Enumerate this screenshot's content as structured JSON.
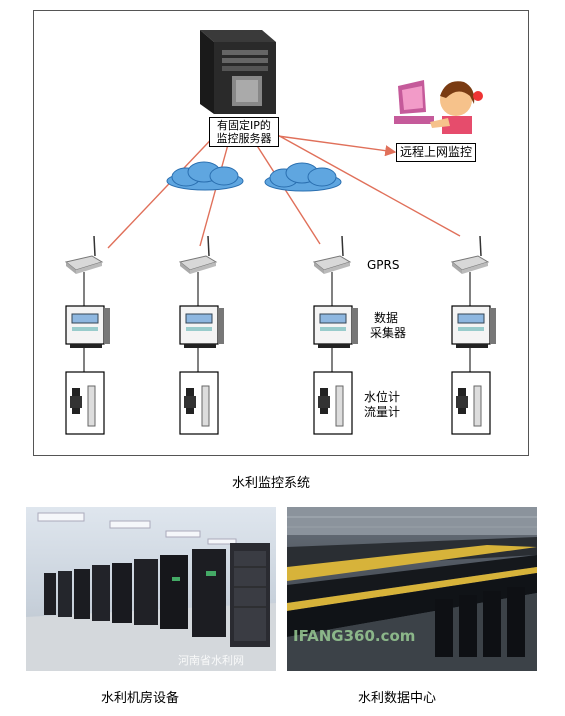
{
  "diagram": {
    "server_label": [
      "有固定IP的",
      "监控服务器"
    ],
    "remote_label": "远程上网监控",
    "gprs_label": "GPRS",
    "collector_label": [
      "数据",
      "采集器"
    ],
    "sensor_label": [
      "水位计",
      "流量计"
    ],
    "colors": {
      "arrow": "#e0705a",
      "cloud": "#5fa6e0",
      "frame": "#555555"
    },
    "icons": [
      "server-tower-icon",
      "remote-user-computer-icon",
      "cloud-icon",
      "gprs-modem-icon",
      "data-collector-icon",
      "water-level-sensor-icon"
    ]
  },
  "captions": {
    "system": "水利监控系统",
    "machine_room": "水利机房设备",
    "data_center": "水利数据中心"
  },
  "photos": {
    "left_watermark": "河南省水利网",
    "right_watermark_brand": "IFANG360.com"
  }
}
